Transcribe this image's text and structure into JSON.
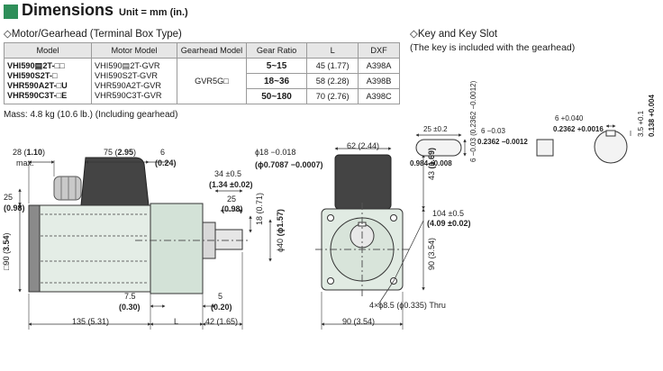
{
  "header": {
    "title": "Dimensions",
    "unit": "Unit = mm (in.)"
  },
  "motor_section": {
    "title": "◇Motor/Gearhead (Terminal Box Type)",
    "columns": [
      "Model",
      "Motor Model",
      "Gearhead Model",
      "Gear Ratio",
      "L",
      "DXF"
    ],
    "models": [
      "VHI590▤2T-□□",
      "VHI590S2T-□",
      "VHR590A2T-□U",
      "VHR590C3T-□E"
    ],
    "motor_models": [
      "VHI590▤2T-GVR",
      "VHI590S2T-GVR",
      "VHR590A2T-GVR",
      "VHR590C3T-GVR"
    ],
    "gearhead_model": "GVR5G□",
    "ratio_rows": [
      {
        "ratio": "5~15",
        "L": "45 (1.77)",
        "dxf": "A398A"
      },
      {
        "ratio": "18~36",
        "L": "58 (2.28)",
        "dxf": "A398B"
      },
      {
        "ratio": "50~180",
        "L": "70 (2.76)",
        "dxf": "A398C"
      }
    ],
    "mass_note": "Mass: 4.8 kg (10.6 lb.) (Including gearhead)"
  },
  "key_section": {
    "title": "◇Key and Key Slot",
    "note": "(The key is included with the gearhead)",
    "dims": {
      "key_width": "6 −0.03 (0.2362 −0.0012)",
      "key_length": "25 ±0.2",
      "key_length_in": "0.984 ±0.008",
      "key_height": "6 −0.03",
      "key_height_in": "0.2362 −0.0012",
      "slot_width": "6 +0.040",
      "slot_width_in": "0.2362 +0.0016",
      "slot_depth": "3.5 +0.1",
      "slot_depth_in": "0.138 +0.004"
    }
  },
  "drawing": {
    "labels": {
      "d28": "28 (",
      "d28b": "1.10",
      "d28c": ")",
      "max": "max.",
      "d75": "75 (",
      "d75b": "2.95",
      "d75c": ")",
      "d6": "6",
      "d6b": "(0.24)",
      "d25": "25",
      "d25b": "(0.98)",
      "d90": "□90 (",
      "d90b": "3.54",
      "d90c": ")",
      "d34": "34 ±0.5",
      "d34b": "(1.34 ±0.02)",
      "d25s": "25",
      "d25sb": "(0.98)",
      "d18": "18 (0.71)",
      "phi18": "ϕ18 −0.018",
      "phi18b": "(ϕ0.7087 −0.0007)",
      "phi40": "ϕ40",
      "phi40b": "(ϕ1.57)",
      "d75b2": "7.5",
      "d75b2b": "(0.30)",
      "d5": "5",
      "d5b": "(0.20)",
      "d135": "135 (5.31)",
      "dL": "L",
      "d42": "42 (1.65)",
      "d62": "62 (2.44)",
      "d43": "43",
      "d43b": "(1.69)",
      "d104": "104 ±0.5",
      "d104b": "(4.09 ±0.02)",
      "d90v": "90 (3.54)",
      "holes": "4×ϕ8.5 (ϕ0.335) Thru",
      "d90h": "90 (3.54)"
    }
  }
}
